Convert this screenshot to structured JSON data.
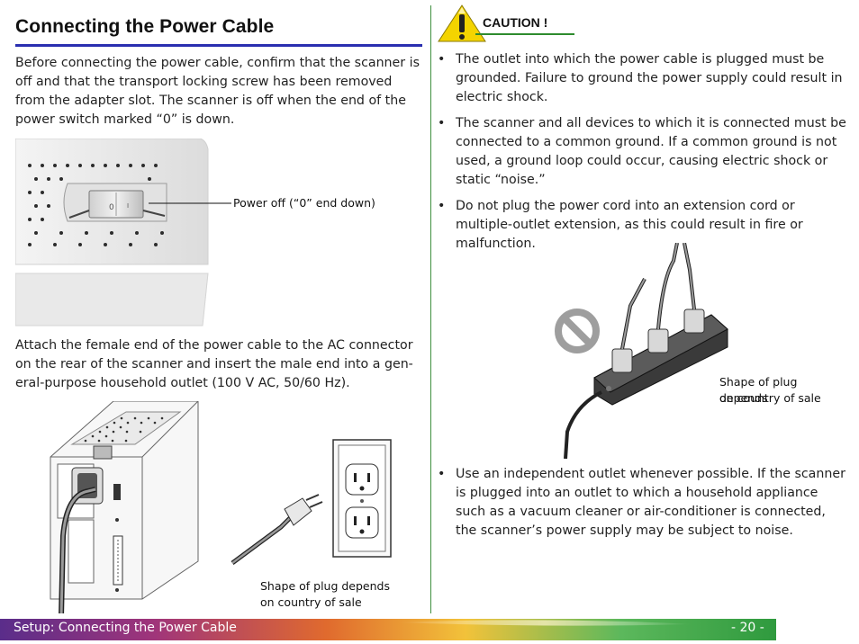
{
  "heading": "Connecting the Power Cable",
  "intro": "Before connecting the power cable, confirm that the scanner is off and that the transport locking screw has been removed from the adapter slot.  The scanner is off when the end of the power switch marked “0” is down.",
  "switch_figure": {
    "callout": "Power off (“0” end down)",
    "switch_mark_0": "0",
    "switch_mark_1": "I"
  },
  "attach_text": "Attach the female end of the power cable to the AC connector on the rear of the scanner and insert the male end into a gen-eral-purpose household outlet (100 V AC, 50/60 Hz).",
  "plug_figure_caption_line1": "Shape of plug depends",
  "plug_figure_caption_line2": "on country of sale",
  "caution": {
    "label": "CAUTION !",
    "bullets": [
      "The outlet into which the power cable is plugged must be grounded.  Failure to ground the power supply could result in electric shock.",
      "The scanner and all devices to which it is connected must be connected to a common ground.  If a common ground is not used, a ground loop could occur, causing electric shock or static “noise.”",
      "Do not plug the power cord into an extension cord or multiple-outlet extension, as this could result in fire or malfunction."
    ],
    "bullet_last": "Use an independent outlet whenever possible.  If the scanner is plugged into an outlet to which a household appliance such as a vacuum cleaner or air-conditioner is connected, the scanner’s power supply may be subject to noise."
  },
  "strip_caption_line1": "Shape of plug depends",
  "strip_caption_line2": "on country of sale",
  "footer": {
    "section": "Setup:  Connecting the Power Cable",
    "page": "- 20 -"
  },
  "colors": {
    "title_rule": "#2a2fb0",
    "divider": "#3f8f3f",
    "caution_yellow": "#f4d400"
  }
}
